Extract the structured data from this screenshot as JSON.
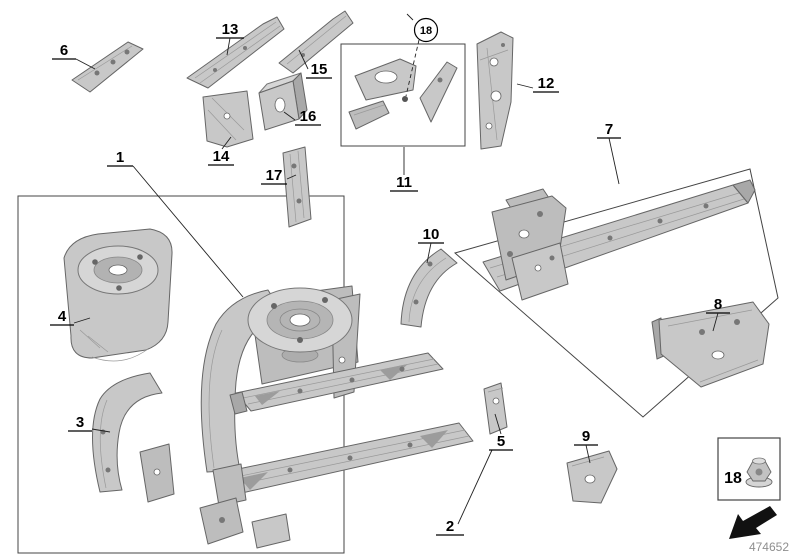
{
  "diagram": {
    "part_number": "474652",
    "callouts": {
      "c1": "1",
      "c2": "2",
      "c3": "3",
      "c4": "4",
      "c5": "5",
      "c6": "6",
      "c7": "7",
      "c8": "8",
      "c9": "9",
      "c10": "10",
      "c11": "11",
      "c12": "12",
      "c13": "13",
      "c14": "14",
      "c15": "15",
      "c16": "16",
      "c17": "17",
      "c18": "18"
    },
    "legend": {
      "item_number": "18",
      "icon": "hex-nut-icon",
      "arrow": "front-direction-arrow-icon"
    },
    "colors": {
      "part_fill": "#c8c8c8",
      "part_stroke": "#666666",
      "line": "#222222",
      "label": "#000000",
      "ref_text": "#8f8f8f"
    }
  }
}
